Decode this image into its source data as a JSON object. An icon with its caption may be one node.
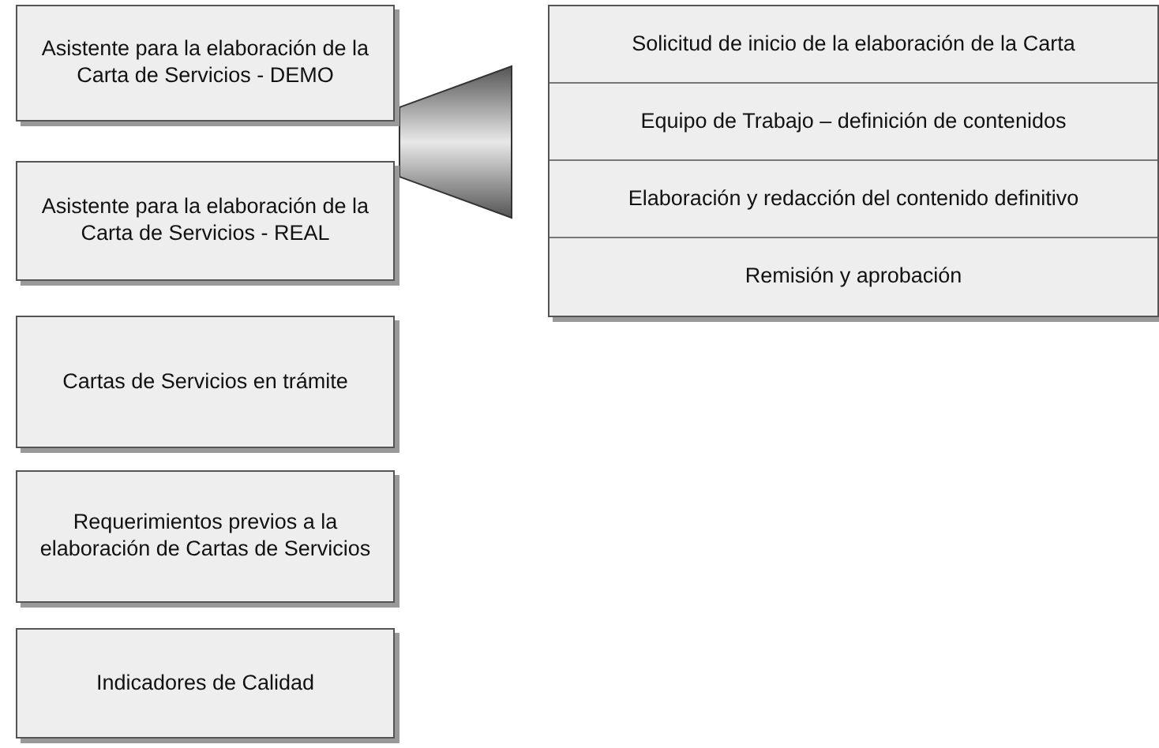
{
  "diagram": {
    "nodes": [
      {
        "text": [
          "Asistente para la elaboración de la Carta de Servicios - DEMO"
        ]
      },
      {
        "text": [
          "Asistente para la elaboración de la Carta de Servicios - REAL"
        ]
      },
      {
        "text": [
          "Cartas de Servicios en trámite"
        ]
      },
      {
        "text": [
          "Requerimientos previos a la elaboración de Cartas de Servicios"
        ]
      },
      {
        "text": [
          "Indicadores de Calidad"
        ]
      },
      {
        "text": [],
        "shape": "box"
      },
      {
        "text": [
          "Solicitud de inicio de la elaboración de la Carta"
        ],
        "in": 5
      },
      {
        "text": [
          "Equipo de Trabajo – definición de contenidos"
        ],
        "in": 5
      },
      {
        "text": [
          "Elaboración y redacción del contenido definitivo"
        ],
        "in": 5
      },
      {
        "text": [
          "Remisión y aprobación"
        ],
        "in": 5
      }
    ],
    "edges": [
      {
        "from": 0,
        "to": 5,
        "arrow": "none"
      }
    ]
  }
}
